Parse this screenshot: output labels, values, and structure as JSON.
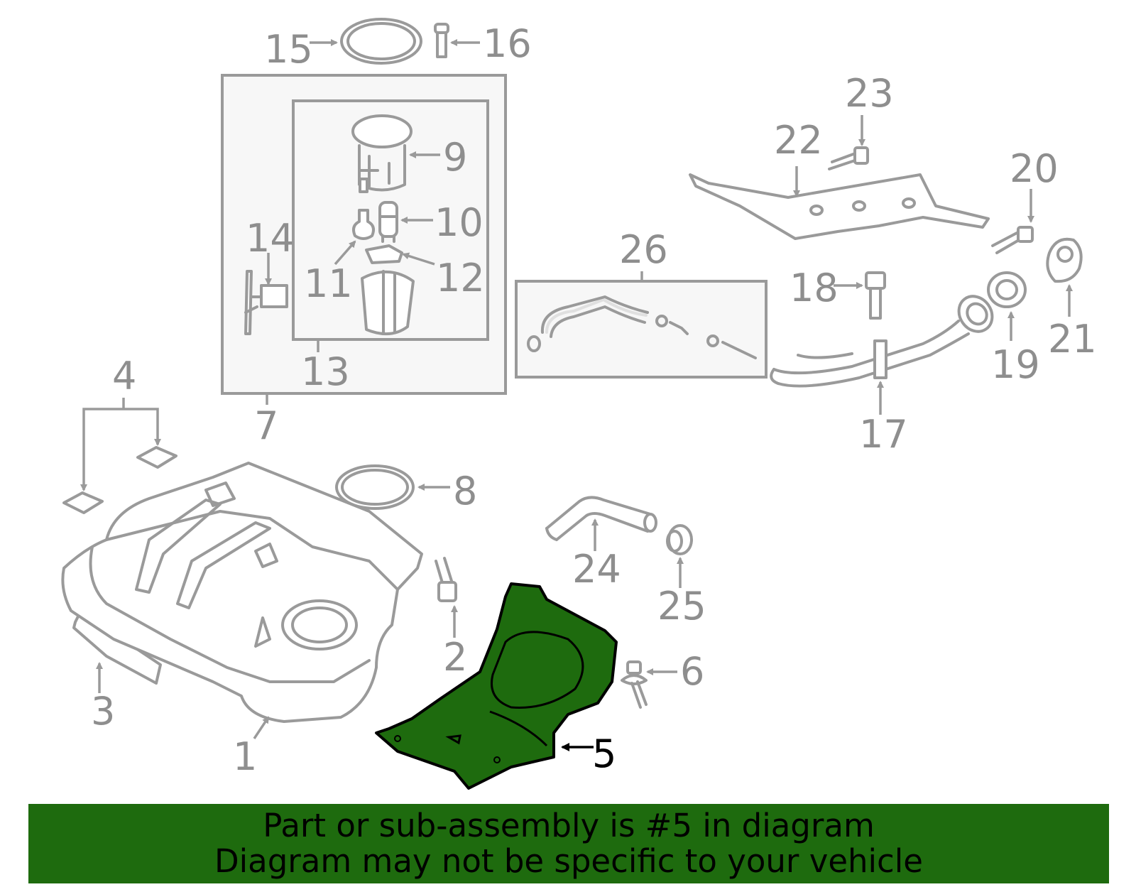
{
  "callouts": [
    "1",
    "2",
    "3",
    "4",
    "5",
    "6",
    "7",
    "8",
    "9",
    "10",
    "11",
    "12",
    "13",
    "14",
    "15",
    "16",
    "17",
    "18",
    "19",
    "20",
    "21",
    "22",
    "23",
    "24",
    "25",
    "26"
  ],
  "highlighted_part": "5",
  "banner": {
    "line1": "Part or sub-assembly is #5 in diagram",
    "line2": "Diagram may not be specific to your vehicle"
  },
  "colors": {
    "highlight_fill": "#1e6b0e",
    "part_stroke": "#9a9a9a",
    "label_text": "#8e8e8e",
    "highlight_label": "#000000",
    "box_fill": "#f7f7f7"
  }
}
